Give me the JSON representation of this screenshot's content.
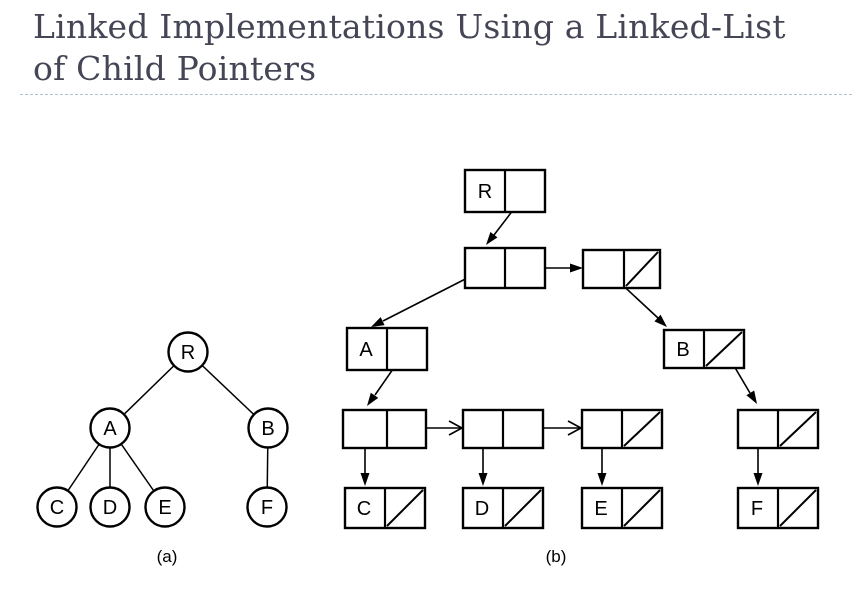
{
  "title": {
    "line1": "Linked Implementations Using a Linked-List",
    "line2": "of Child Pointers"
  },
  "figure": {
    "tree": {
      "caption": "(a)",
      "nodes": {
        "R": "R",
        "A": "A",
        "B": "B",
        "C": "C",
        "D": "D",
        "E": "E",
        "F": "F"
      }
    },
    "list": {
      "caption": "(b)",
      "nodes": {
        "R": "R",
        "A": "A",
        "B": "B",
        "C": "C",
        "D": "D",
        "E": "E",
        "F": "F"
      }
    }
  },
  "colors": {
    "background": "#FFFFFF",
    "title_text": "#454655",
    "separator": "#A9C0D6",
    "diagram_stroke": "#000000"
  }
}
